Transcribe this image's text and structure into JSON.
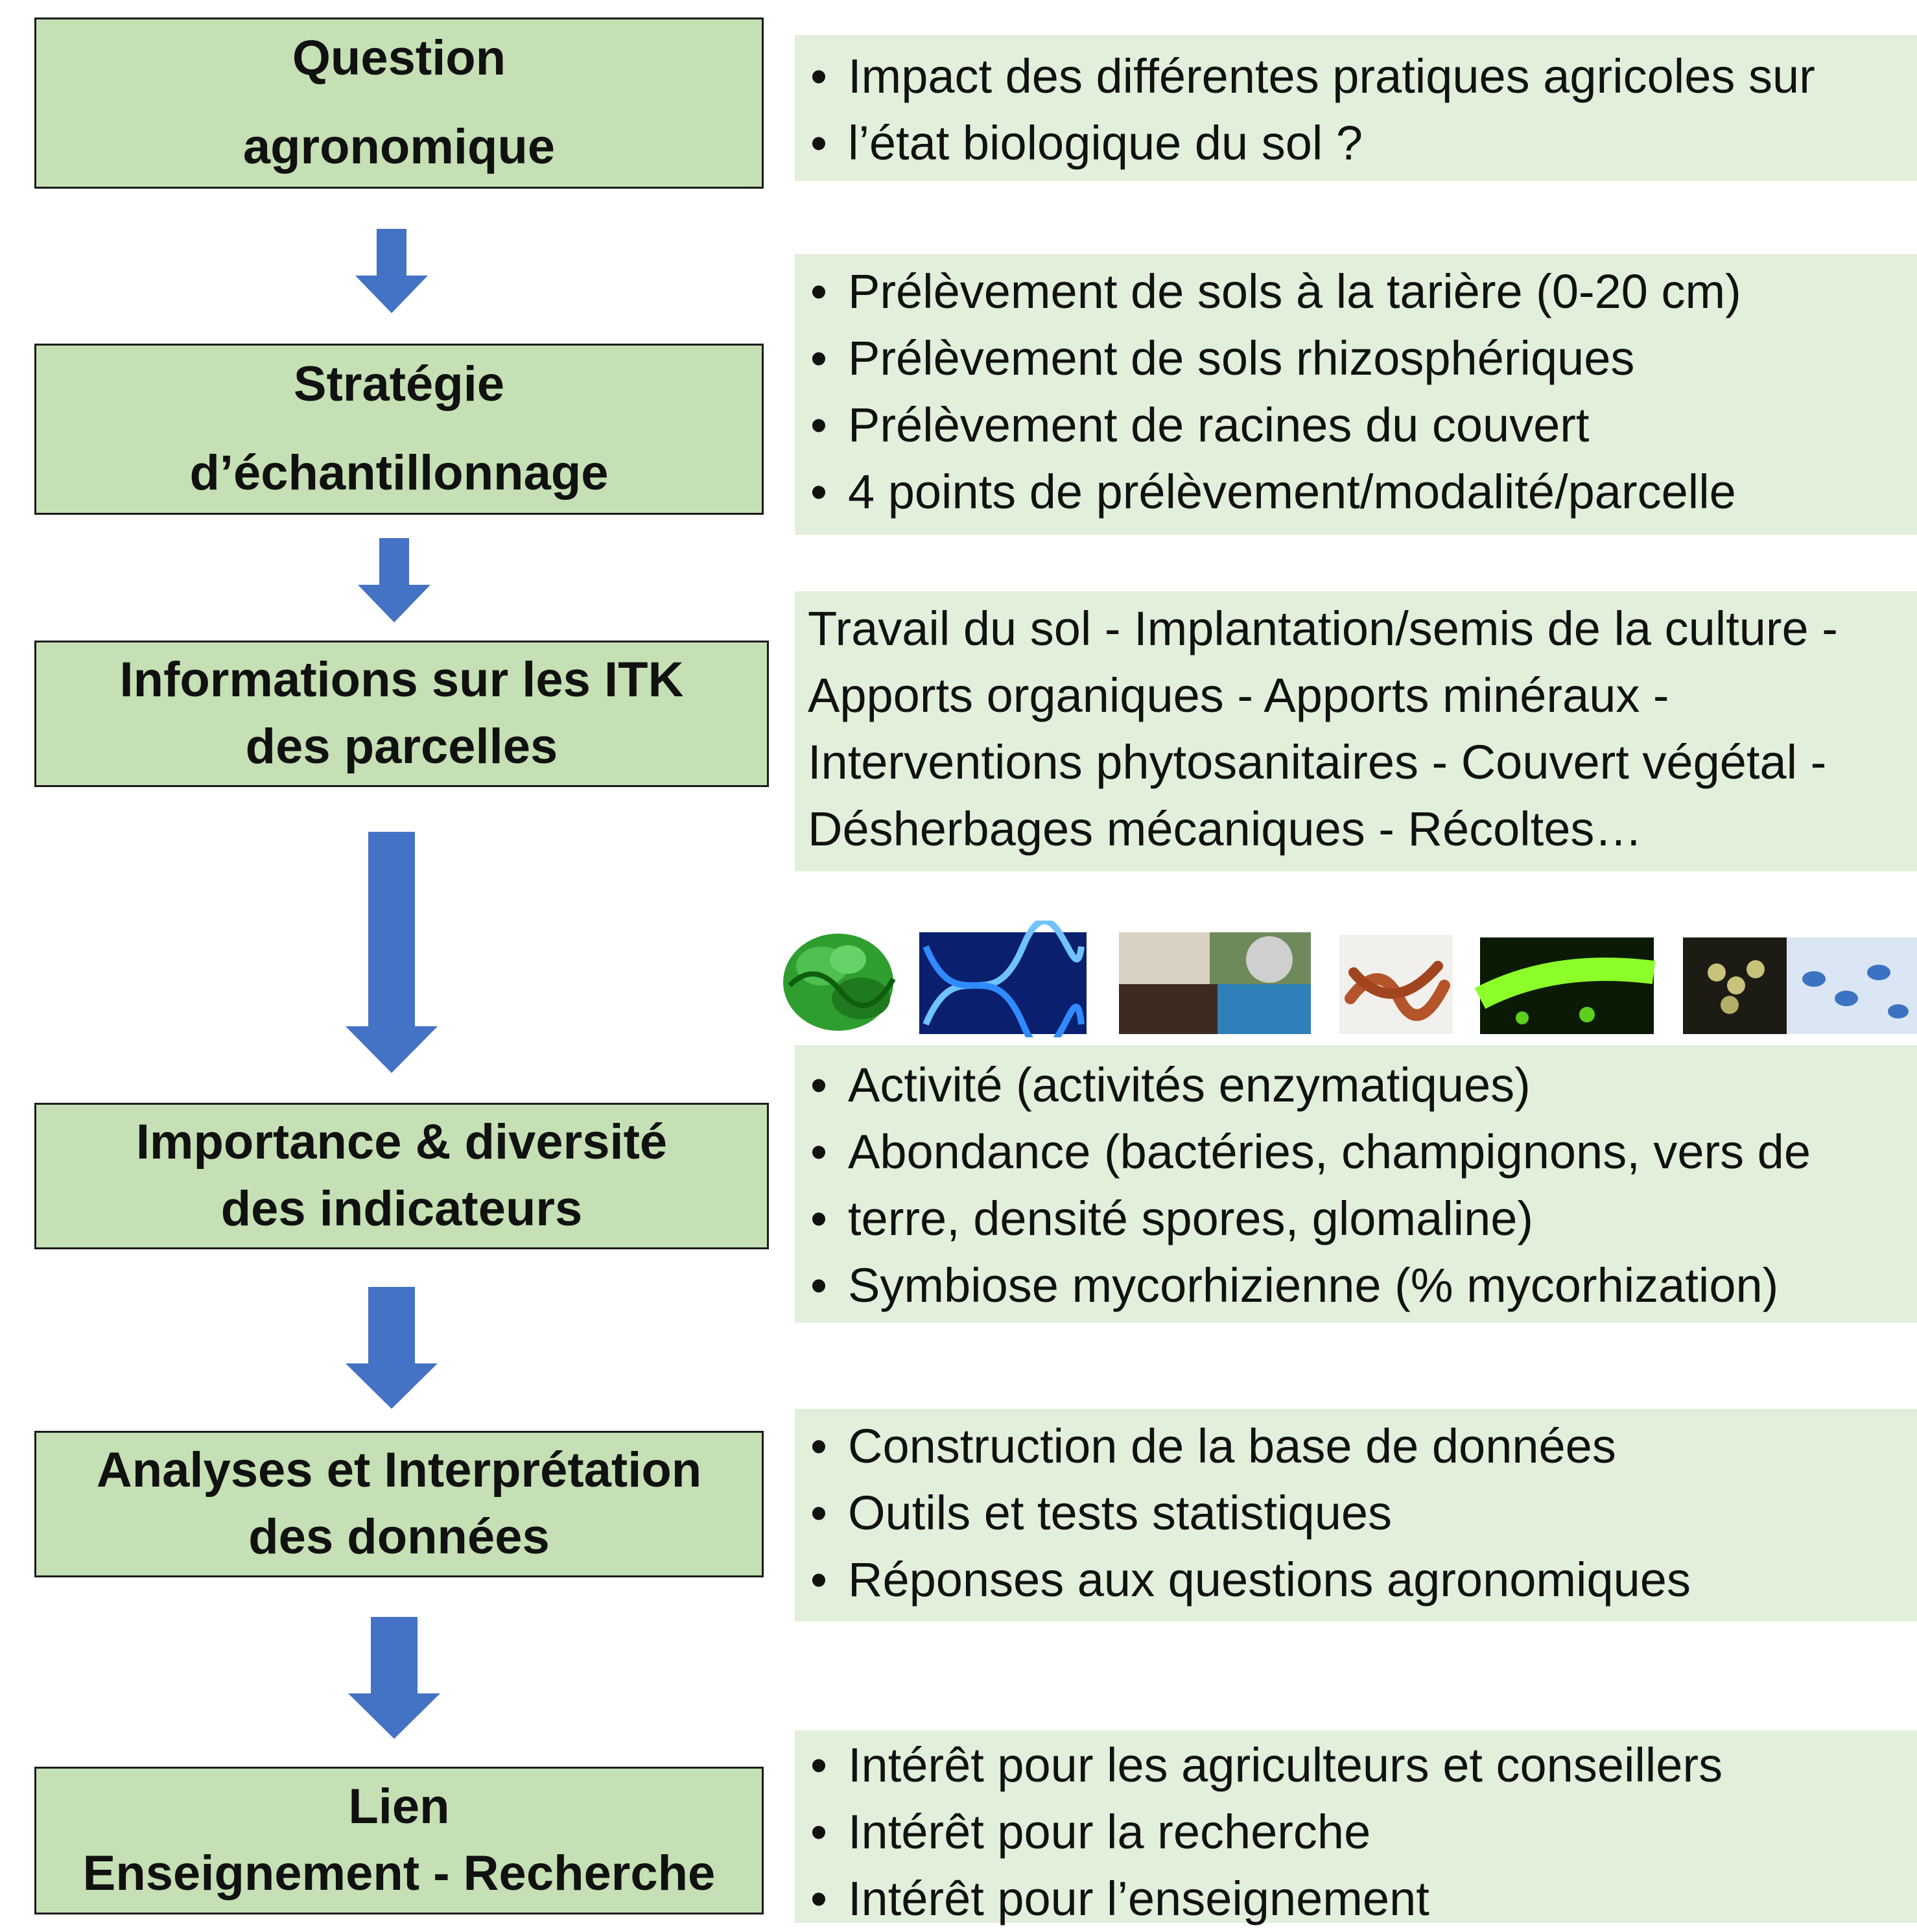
{
  "steps": [
    {
      "lines": [
        "Question",
        "agronomique"
      ]
    },
    {
      "lines": [
        "Stratégie",
        "d’échantillonnage"
      ]
    },
    {
      "lines": [
        "Informations sur les ITK",
        "des parcelles"
      ]
    },
    {
      "lines": [
        "Importance & diversité",
        "des indicateurs"
      ]
    },
    {
      "lines": [
        "Analyses et Interprétation",
        "des données"
      ]
    },
    {
      "lines": [
        "Lien",
        "Enseignement - Recherche"
      ]
    }
  ],
  "panels": {
    "question": [
      "Impact des différentes pratiques agricoles sur",
      "l’état biologique du sol ?"
    ],
    "sampling": [
      "Prélèvement de sols à la tarière (0-20 cm)",
      "Prélèvement de sols rhizosphériques",
      "Prélèvement de racines du couvert",
      "4 points de prélèvement/modalité/parcelle"
    ],
    "itk": [
      "Travail du sol - Implantation/semis de la culture -",
      "Apports organiques - Apports minéraux -",
      "Interventions phytosanitaires - Couvert végétal -",
      "Désherbages mécaniques - Récoltes…"
    ],
    "indicators": [
      "Activité (activités enzymatiques)",
      "Abondance (bactéries, champignons, vers de",
      "terre, densité spores, glomaline)",
      "Symbiose mycorhizienne (% mycorhization)"
    ],
    "analysis": [
      "Construction de la base de données",
      "Outils et tests statistiques",
      "Réponses aux questions agronomiques"
    ],
    "link": [
      "Intérêt pour les agriculteurs et conseillers",
      "Intérêt pour la recherche",
      "Intérêt pour l’enseignement"
    ]
  },
  "colors": {
    "step_fill": "#c5e0b4",
    "panel_fill": "#e2efda",
    "arrow": "#4472c4",
    "border": "#1a1a1a"
  },
  "photos": [
    "protein-structure",
    "dna-helix",
    "soil-microbes-collage",
    "earthworms",
    "fluorescent-root",
    "spores-and-stained-hyphae"
  ]
}
